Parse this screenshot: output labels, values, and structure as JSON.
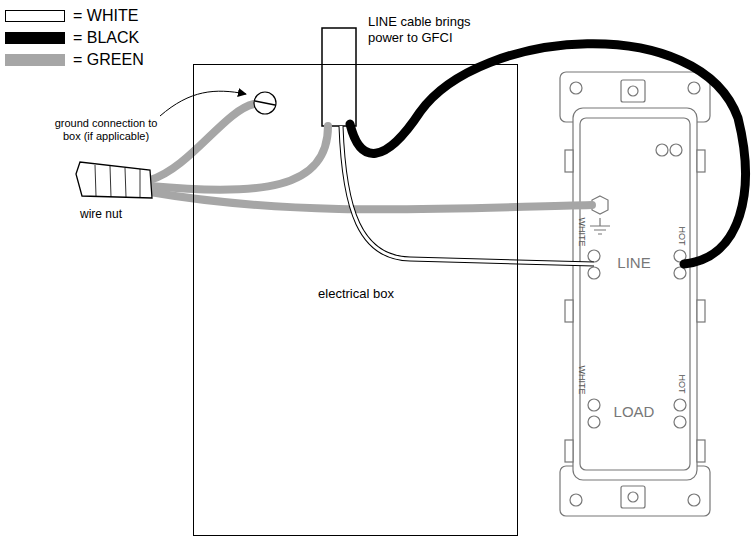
{
  "diagram": {
    "nodes": [
      {
        "text": [
          "electrical box"
        ]
      },
      {
        "text": [
          "WHITE",
          "LINE",
          "HOT",
          "WHITE",
          "LOAD",
          "HOT"
        ]
      }
    ],
    "labels": [
      "LINE cable brings power to GFCI",
      "ground connection to box (if applicable)",
      "wire nut"
    ],
    "legend": [
      {
        "text": "= WHITE",
        "color": "#ffffff"
      },
      {
        "text": "= BLACK",
        "color": "#000000"
      },
      {
        "text": "= GREEN",
        "color": "#a6a6a6"
      }
    ]
  }
}
